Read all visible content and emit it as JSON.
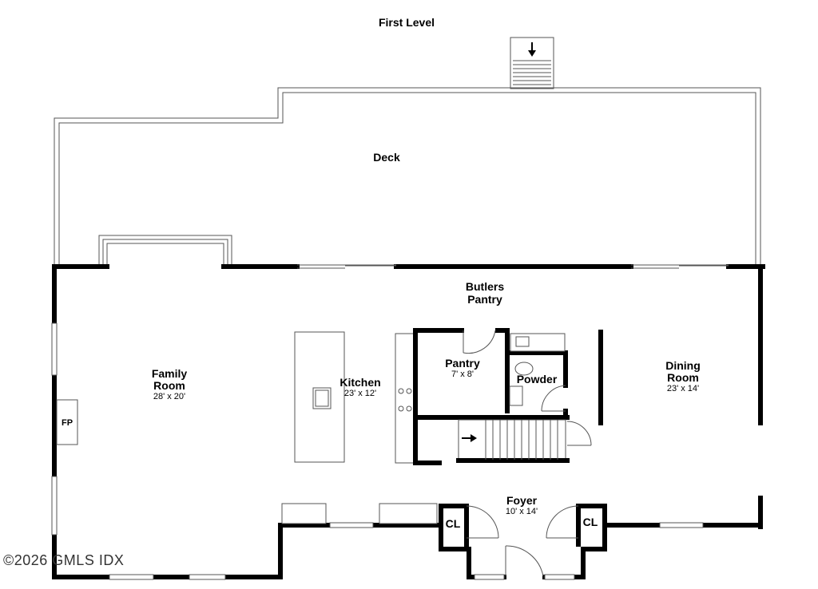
{
  "plan": {
    "title": "First Level",
    "rooms": [
      {
        "id": "deck",
        "name": "Deck",
        "dims": ""
      },
      {
        "id": "butlers",
        "name_line1": "Butlers",
        "name_line2": "Pantry"
      },
      {
        "id": "family",
        "name_line1": "Family",
        "name_line2": "Room",
        "dims": "28' x 20'"
      },
      {
        "id": "kitchen",
        "name": "Kitchen",
        "dims": "23' x 12'"
      },
      {
        "id": "pantry",
        "name": "Pantry",
        "dims": "7' x 8'"
      },
      {
        "id": "powder",
        "name": "Powder"
      },
      {
        "id": "dining",
        "name_line1": "Dining",
        "name_line2": "Room",
        "dims": "23' x 14'"
      },
      {
        "id": "foyer",
        "name": "Foyer",
        "dims": "10' x 14'"
      }
    ],
    "fixtures": {
      "fireplace": "FP",
      "closet_left": "CL",
      "closet_right": "CL"
    },
    "copyright": "©2026 GMLS IDX"
  }
}
